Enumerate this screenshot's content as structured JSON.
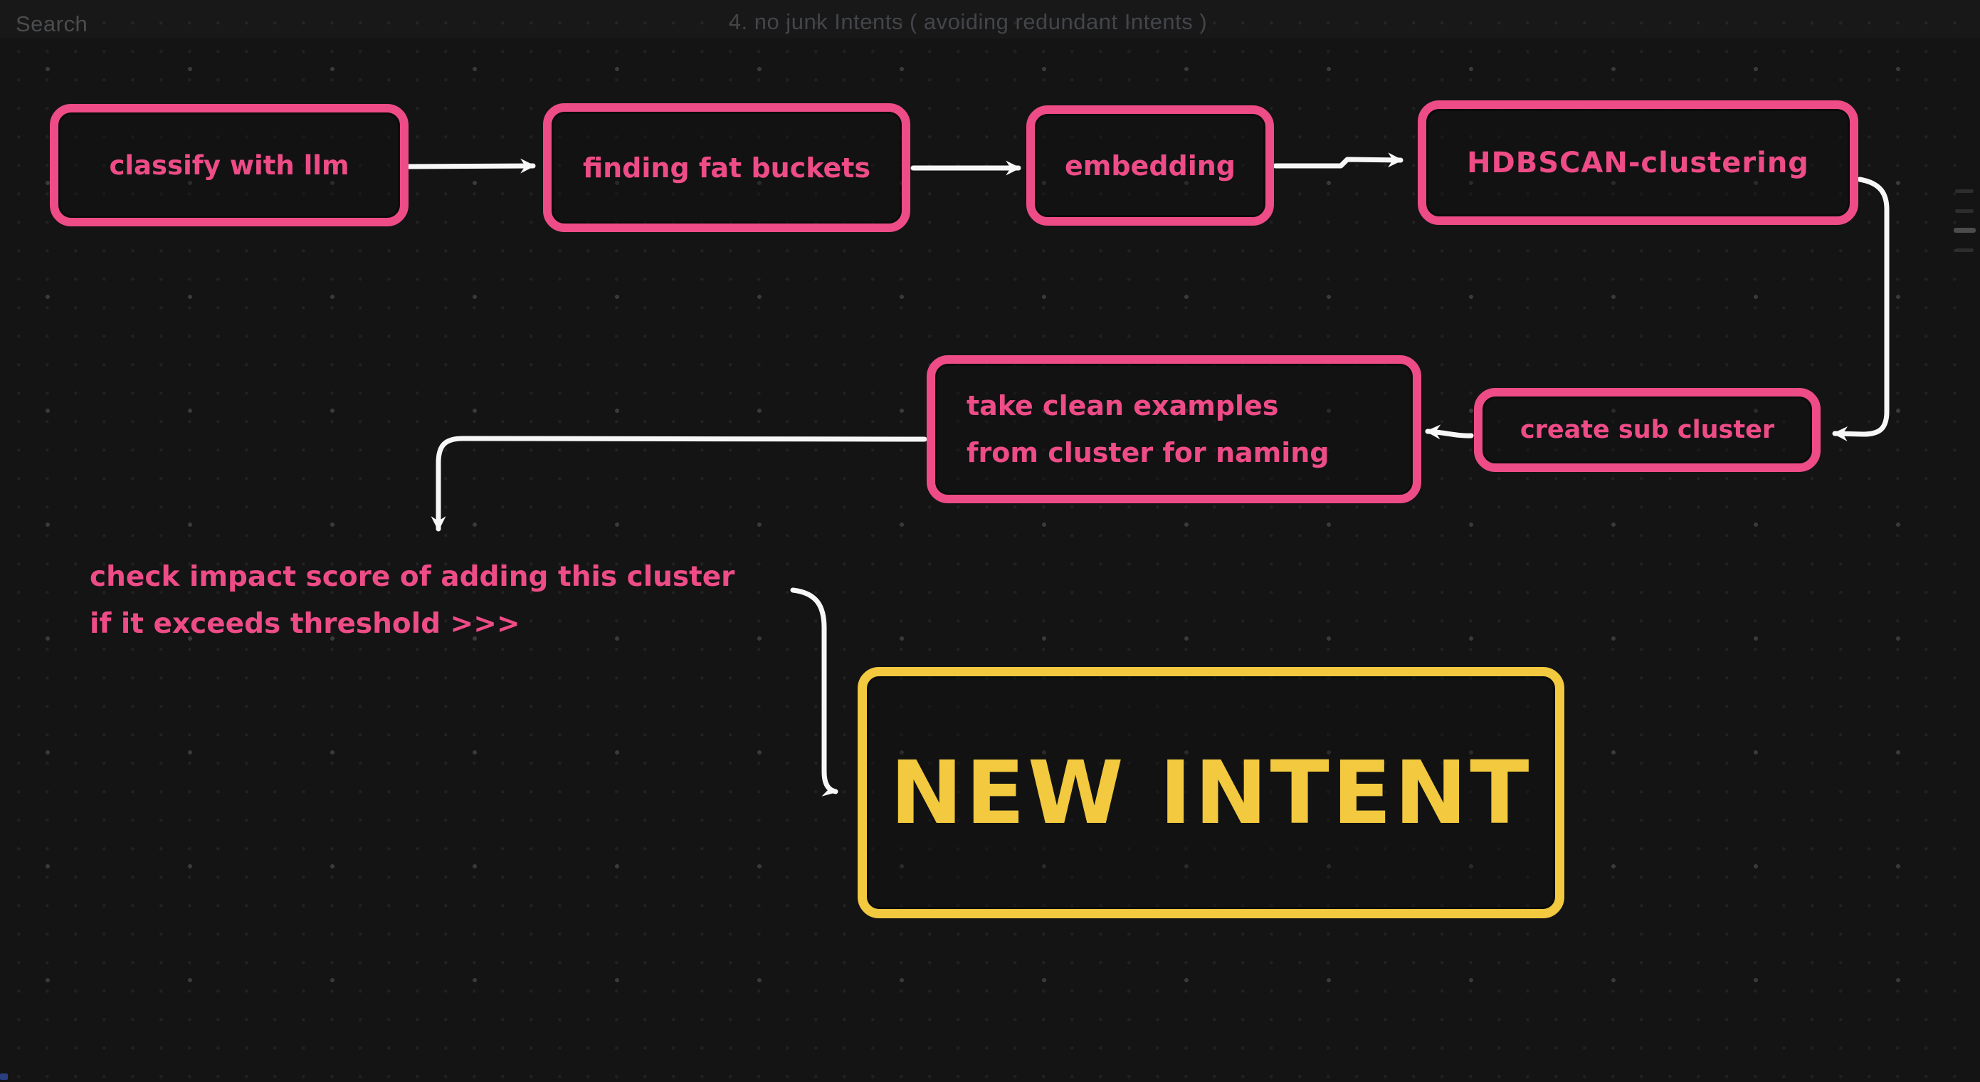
{
  "app": {
    "search_label": "Search",
    "canvas_title": "4.  no junk Intents ( avoiding redundant Intents )"
  },
  "colors": {
    "background": "#141414",
    "pink": "#ee4c87",
    "yellow": "#f2c93f",
    "arrow": "#f7f7f7",
    "dim": "#46484c"
  },
  "flow": {
    "nodes": [
      {
        "id": "classify",
        "label": "classify with llm"
      },
      {
        "id": "fat-buckets",
        "label": "finding fat buckets"
      },
      {
        "id": "embedding",
        "label": "embedding"
      },
      {
        "id": "hdbscan",
        "label": "HDBSCAN-clustering"
      },
      {
        "id": "take-clean",
        "label_line1": "take clean examples",
        "label_line2": "from cluster for naming"
      },
      {
        "id": "create-sub",
        "label": "create sub cluster"
      },
      {
        "id": "new-intent",
        "label": "NEW INTENT"
      }
    ],
    "annotation": {
      "line1": "check impact score of adding this cluster",
      "line2": "if it exceeds threshold >>>"
    },
    "connectors": [
      {
        "from": "classify",
        "to": "fat-buckets"
      },
      {
        "from": "fat-buckets",
        "to": "embedding"
      },
      {
        "from": "embedding",
        "to": "hdbscan"
      },
      {
        "from": "hdbscan",
        "to": "create-sub"
      },
      {
        "from": "create-sub",
        "to": "take-clean"
      },
      {
        "from": "take-clean",
        "to": "annotation"
      },
      {
        "from": "annotation",
        "to": "new-intent"
      }
    ]
  }
}
